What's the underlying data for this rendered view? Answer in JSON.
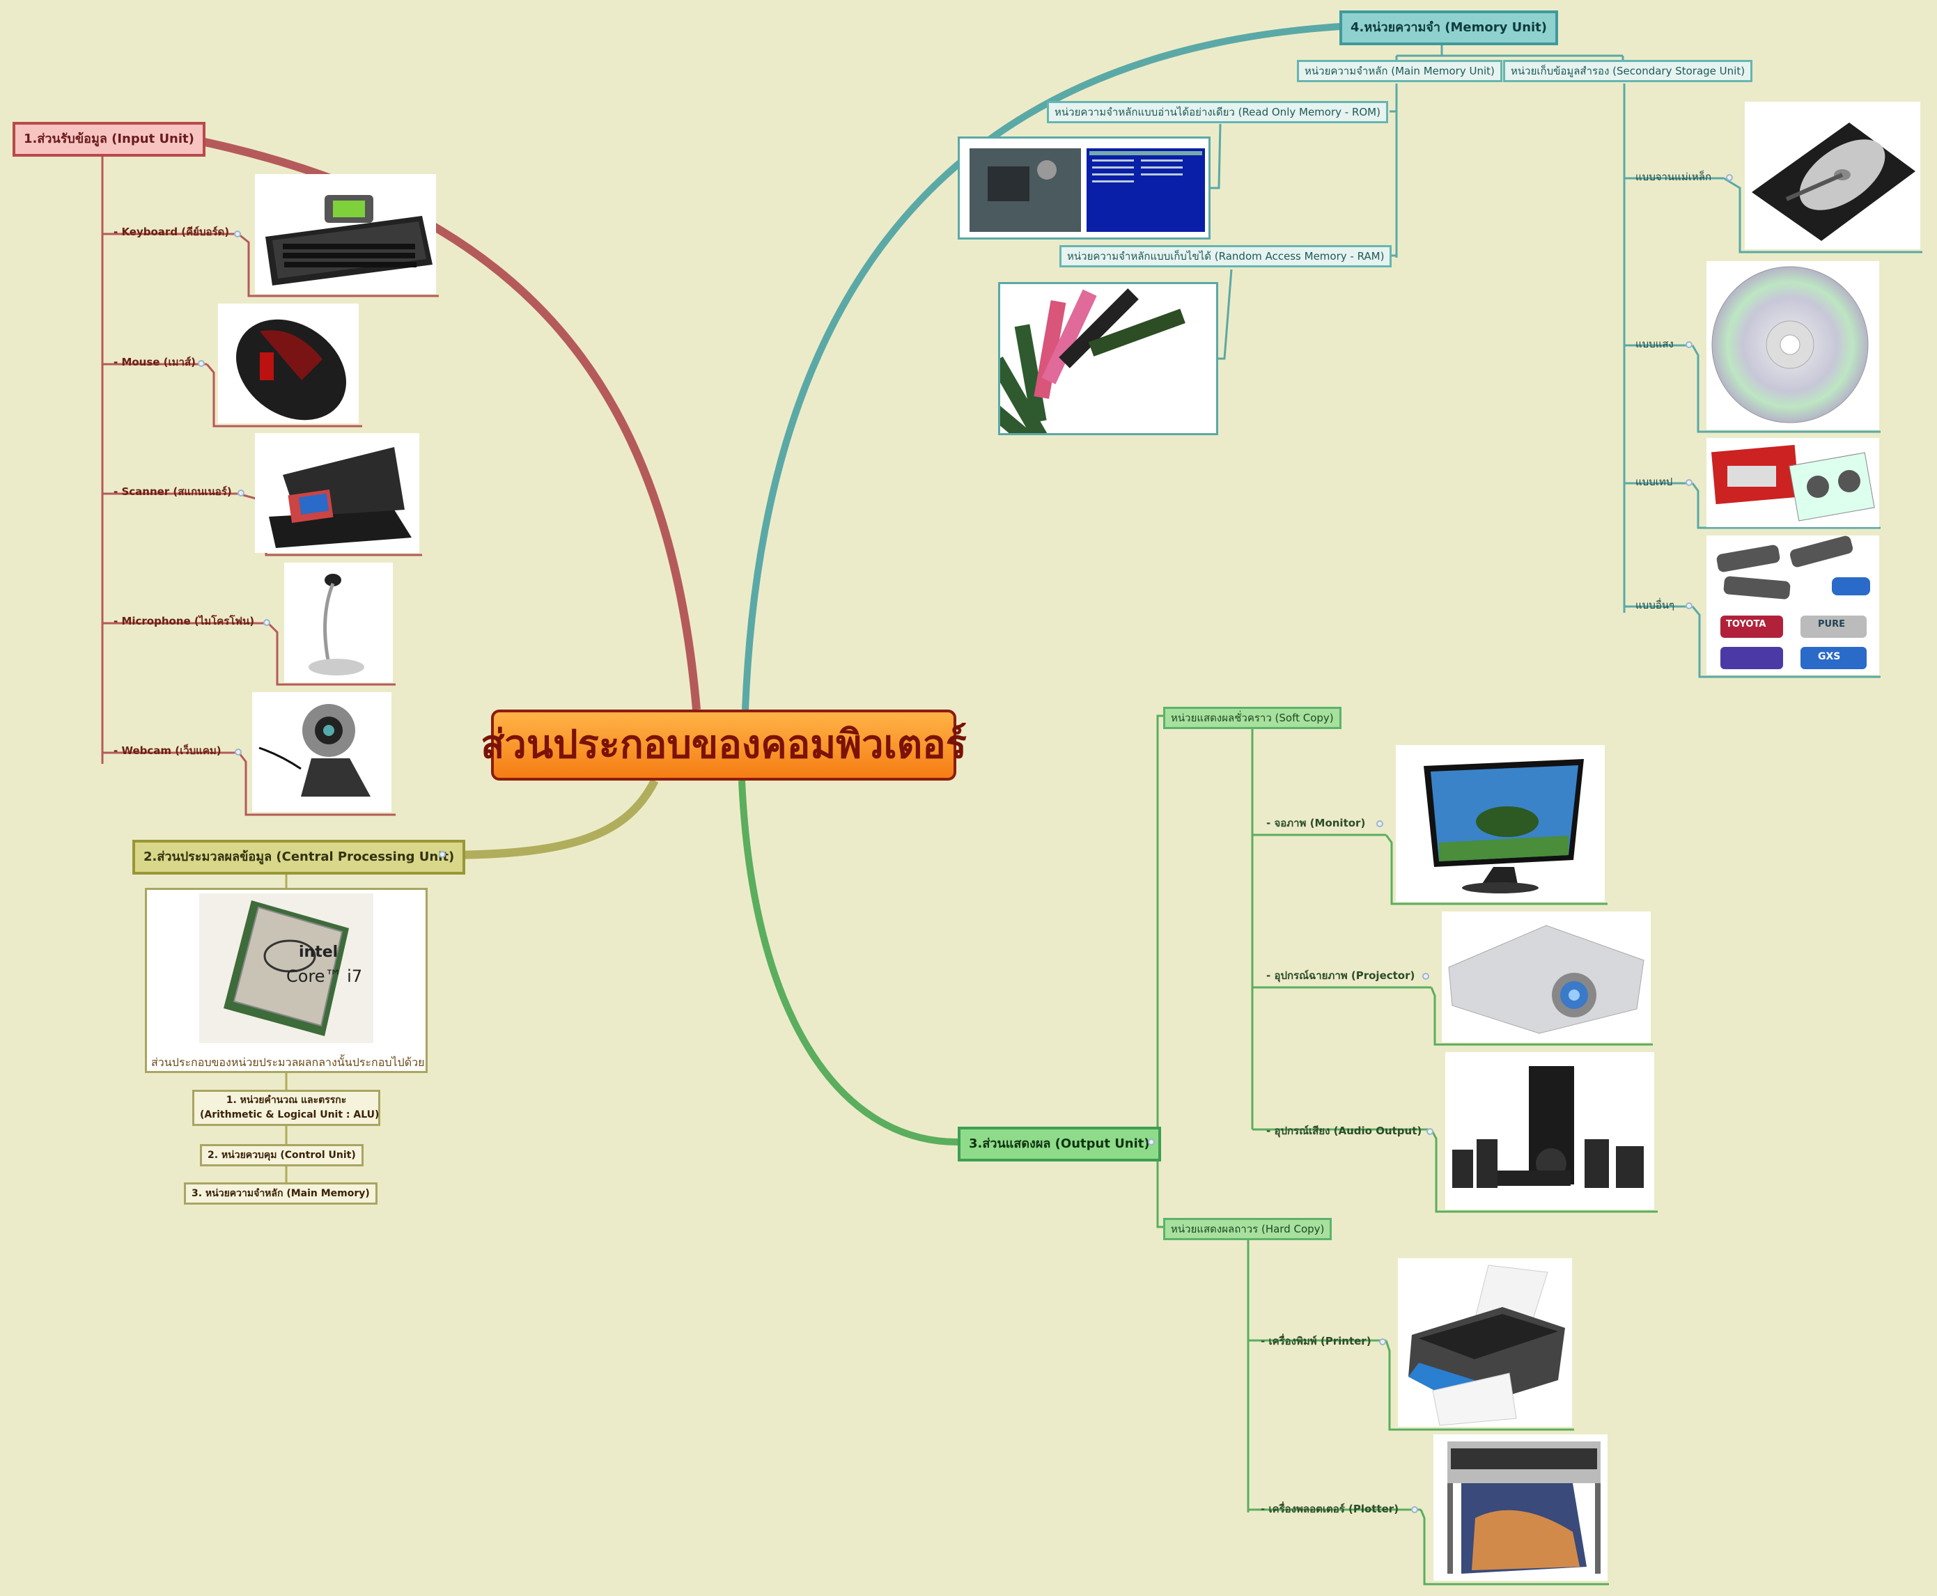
{
  "root": {
    "title": "ส่วนประกอบของคอมพิวเตอร์"
  },
  "input": {
    "title": "1.ส่วนรับข้อมูล (Input Unit)",
    "items": [
      "- Keyboard (คีย์บอร์ด)",
      "- Mouse (เมาส์)",
      "- Scanner (สแกนเนอร์)",
      "- Microphone (ไมโครโฟน)",
      "- Webcam (เว็บแคม)"
    ]
  },
  "cpu": {
    "title": "2.ส่วนประมวลผลข้อมูล (Central Processing Unit)",
    "caption": "ส่วนประกอบของหน่วยประมวลผลกลางนั้นประกอบไปด้วย",
    "brand": "intel",
    "model": "Core™ i7",
    "parts": [
      "1. หน่วยคำนวณ และตรรกะ",
      "(Arithmetic & Logical Unit : ALU)",
      "2. หน่วยควบคุม (Control Unit)",
      "3. หน่วยความจำหลัก (Main Memory)"
    ]
  },
  "memory": {
    "title": "4.หน่วยความจำ (Memory Unit)",
    "main": "หน่วยความจำหลัก (Main Memory Unit)",
    "secondary": "หน่วยเก็บข้อมูลสำรอง (Secondary Storage Unit)",
    "rom": "หน่วยความจำหลักแบบอ่านได้อย่างเดียว (Read Only Memory - ROM)",
    "ram": "หน่วยความจำหลักแบบเก็บไขได้ (Random Access Memory - RAM)",
    "storage_items": [
      "แบบจานแม่เหล็ก",
      "แบบแสง",
      "แบบเทป",
      "แบบอื่นๆ"
    ],
    "usb_labels": [
      "TOYOTA",
      "PURE",
      "GXS"
    ]
  },
  "output": {
    "title": "3.ส่วนแสดงผล (Output Unit)",
    "soft": "หน่วยแสดงผลชั่วคราว (Soft Copy)",
    "hard": "หน่วยแสดงผลถาวร (Hard Copy)",
    "soft_items": [
      "- จอภาพ (Monitor)",
      "- อุปกรณ์ฉายภาพ (Projector)",
      "- อุปกรณ์เสียง (Audio Output)"
    ],
    "hard_items": [
      "- เครื่องพิมพ์ (Printer)",
      "- เครื่องพลอตเตอร์ (Plotter)"
    ]
  },
  "colors": {
    "input": "#b55a5a",
    "cpu": "#a9a652",
    "memory": "#5aa9a6",
    "output": "#5aae5e",
    "background": "#ecebc9"
  }
}
